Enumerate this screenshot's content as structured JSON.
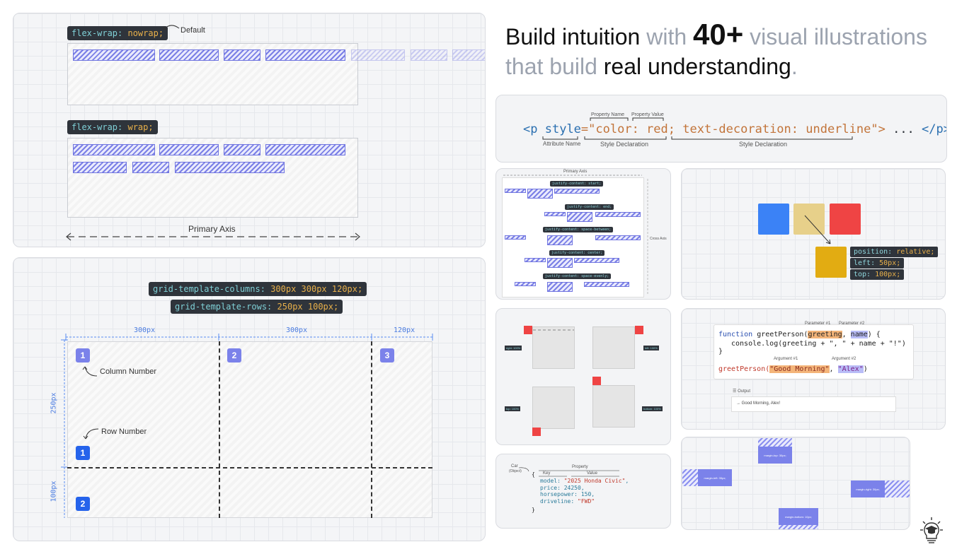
{
  "headline": {
    "part1_bold": "Build intuition",
    "part2": " with ",
    "part3_big": "40+",
    "part4": " visual illustrations",
    "line2_part1": "that build ",
    "line2_bold": "real understanding",
    "line2_end": "."
  },
  "flexwrap": {
    "nowrap_prop": "flex-wrap:",
    "nowrap_val": "nowrap;",
    "default_note": "Default",
    "wrap_prop": "flex-wrap:",
    "wrap_val": "wrap;",
    "axis_label": "Primary Axis"
  },
  "grid": {
    "cols_prop": "grid-template-columns:",
    "cols_val": "300px 300px 120px;",
    "rows_prop": "grid-template-rows:",
    "rows_val": "250px 100px;",
    "col1": "300px",
    "col2": "300px",
    "col3": "120px",
    "row1": "250px",
    "row2": "100px",
    "column_number_label": "Column Number",
    "row_number_label": "Row Number",
    "n1": "1",
    "n2": "2",
    "n3": "3",
    "r1": "1",
    "r2": "2"
  },
  "html_attr": {
    "open_tag": "<p",
    "attr": "style",
    "eq_quote": "=\"",
    "decl1_name": "color:",
    "decl1_val": " red;",
    "decl2": " text-decoration: underline",
    "close_quote": "\">",
    "ellipsis": " ... ",
    "close_tag": "</p>",
    "property_name": "Property Name",
    "property_value": "Property Value",
    "attribute_name": "Attribute Name",
    "style_decl_1": "Style Declaration",
    "style_decl_2": "Style Declaration"
  },
  "justify": {
    "primary_axis": "Primary Axis",
    "cross_axis": "Cross Axis",
    "c1": "justify-content: start;",
    "c2": "justify-content: end;",
    "c3": "justify-content: space-between;",
    "c4": "justify-content: center;",
    "c5": "justify-content: space-evenly;"
  },
  "position": {
    "p1": "position:",
    "p1v": " relative;",
    "p2": "left:",
    "p2v": " 50px;",
    "p3": "top:",
    "p3v": " 100px;"
  },
  "absolute": {
    "t1": "right: 100%",
    "t2": "left: 100%",
    "t3": "top: 100%",
    "t4": "bottom: 100%"
  },
  "function": {
    "param1": "Parameter #1",
    "param2": "Parameter #2",
    "kw": "function",
    "name": " greetPerson(",
    "p1": "greeting",
    "comma": ", ",
    "p2": "name",
    "open": ") {",
    "body": "console.log(greeting + \", \" + name + \"!\")",
    "close": "}",
    "arg1_label": "Argument #1",
    "arg2_label": "Argument #2",
    "call_name": "greetPerson(",
    "arg1": "\"Good Morning\"",
    "arg2": "\"Alex\"",
    "call_close": ")",
    "output_label": "Output",
    "output_value": "Good Morning, Alex!"
  },
  "object": {
    "car": "Car",
    "object_note": "(Object)",
    "property": "Property",
    "key": "Key",
    "value": "Value",
    "brace_open": "{",
    "l1k": "model:",
    "l1v": "\"2025 Honda Civic\"",
    "l2k": "price:",
    "l2v": "24250,",
    "l3k": "horsepower:",
    "l3v": "150,",
    "l4k": "driveline:",
    "l4v": "\"FWD\"",
    "brace_close": "}"
  },
  "margin": {
    "top": "margin-top: 30px;",
    "left": "margin-left: 35px;",
    "right": "margin-right: 30px;",
    "bottom": "margin-bottom: 10px;"
  },
  "colors": {
    "blue": "#3b82f6",
    "yellow": "#e7d08a",
    "red": "#ef4444",
    "gold": "#e2ac12",
    "grid_num": "#7b82ea"
  },
  "logo_icon": "lightbulb-graduation-icon"
}
